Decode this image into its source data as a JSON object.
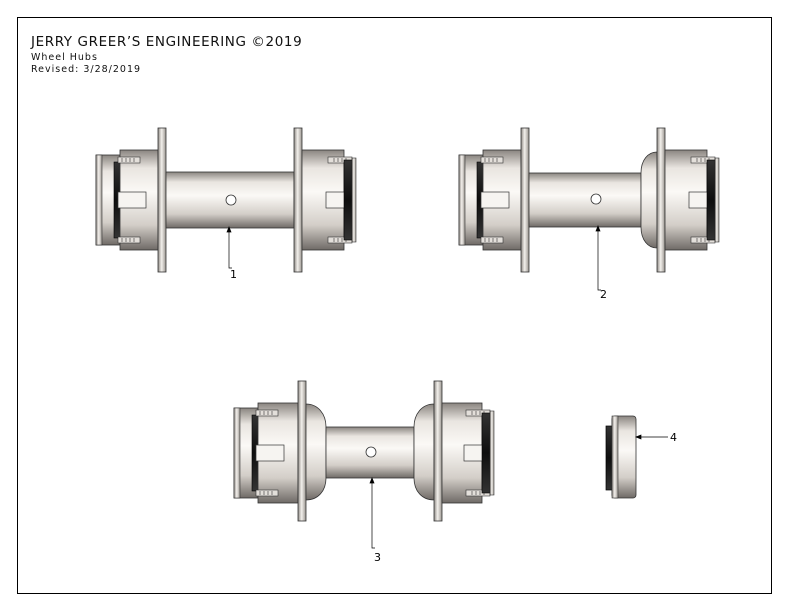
{
  "title_block": {
    "line1": "JERRY GREER’S ENGINEERING ©2019",
    "line2": "Wheel Hubs",
    "line3": "Revised: 3/28/2019"
  },
  "callouts": [
    "1",
    "2",
    "3",
    "4"
  ],
  "colors": {
    "border": "#000000",
    "metal_light": "#f4f1ed",
    "metal_mid": "#d6d1cb",
    "metal_dark": "#7d7874",
    "bearing_dark": "#1a1a1a"
  }
}
